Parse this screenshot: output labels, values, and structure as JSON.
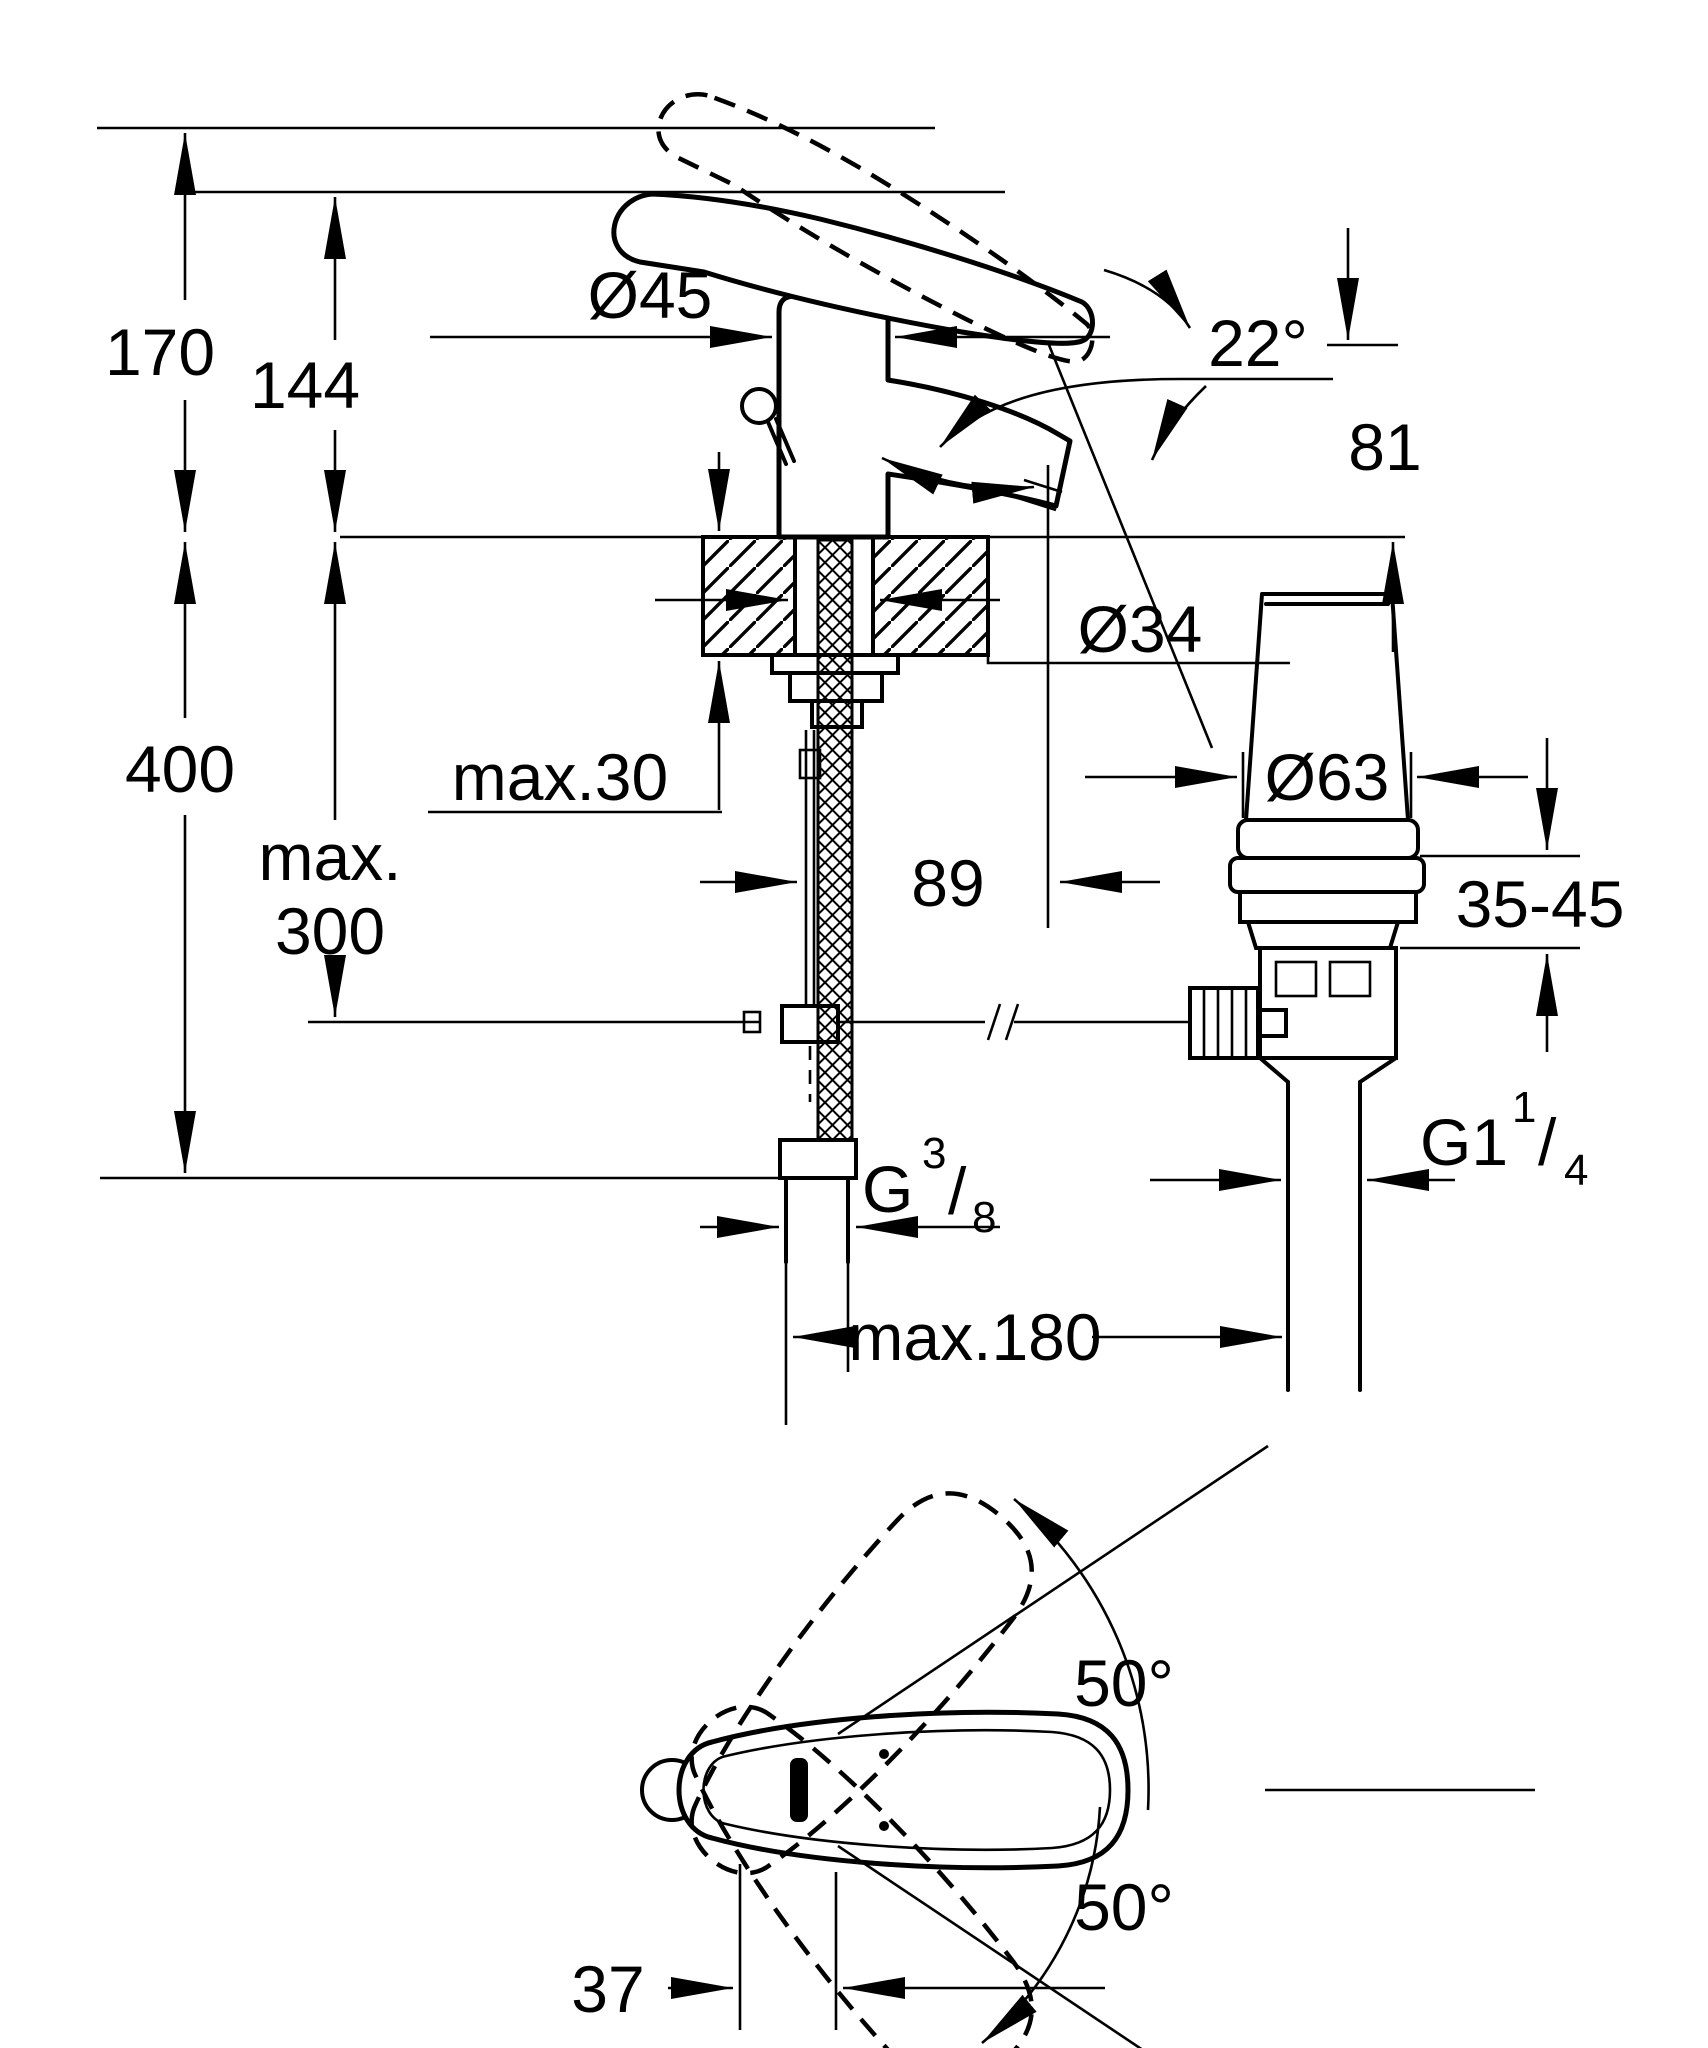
{
  "drawing": {
    "type": "technical-dimension-drawing",
    "subject": "single-lever basin mixer faucet with pop-up waste, side view and handle top view",
    "colors": {
      "line": "#000000",
      "background": "#ffffff"
    },
    "labels": {
      "total_height": "170",
      "lever_height": "144",
      "below_depth": "400",
      "rod_max_prefix": "max.",
      "rod_max_value": "300",
      "deck_thickness_max": "max.30",
      "body_diameter": "Ø45",
      "shank_diameter": "Ø34",
      "spout_projection": "89",
      "spout_angle": "22°",
      "spout_height": "81",
      "flange_diameter": "Ø63",
      "basin_thickness_range": "35-45",
      "waste_offset_max": "max.180",
      "supply_thread_g": "G",
      "supply_thread_num": "3",
      "supply_thread_slash": "/",
      "supply_thread_den": "8",
      "waste_thread_g": "G1",
      "waste_thread_num": "1",
      "waste_thread_slash": "/",
      "waste_thread_den": "4",
      "handle_offset": "37",
      "handle_swing_upper": "50°",
      "handle_swing_lower": "50°"
    }
  }
}
